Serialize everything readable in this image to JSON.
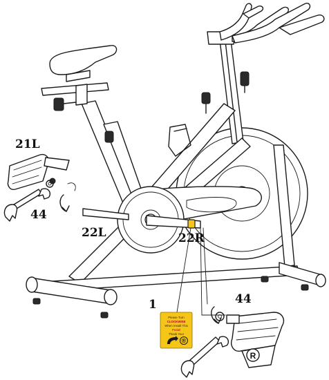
{
  "callouts": {
    "pedal_left": "21L",
    "wrench_left": "44",
    "crank_left": "22L",
    "crank_right": "22R",
    "sticker": "1",
    "wrench_right": "44"
  },
  "sticker": {
    "line1": "Please Turn",
    "line2": "CLOCKWISE",
    "line3": "When Install This",
    "line4": "Pedal!",
    "line5": "Thank You!",
    "badge": "®",
    "color": "#f5c518"
  },
  "right_pedal_badge": "R",
  "colors": {
    "ink": "#1a1a1a",
    "sticker_yellow": "#f5c518",
    "warning_red": "#b2001e"
  }
}
